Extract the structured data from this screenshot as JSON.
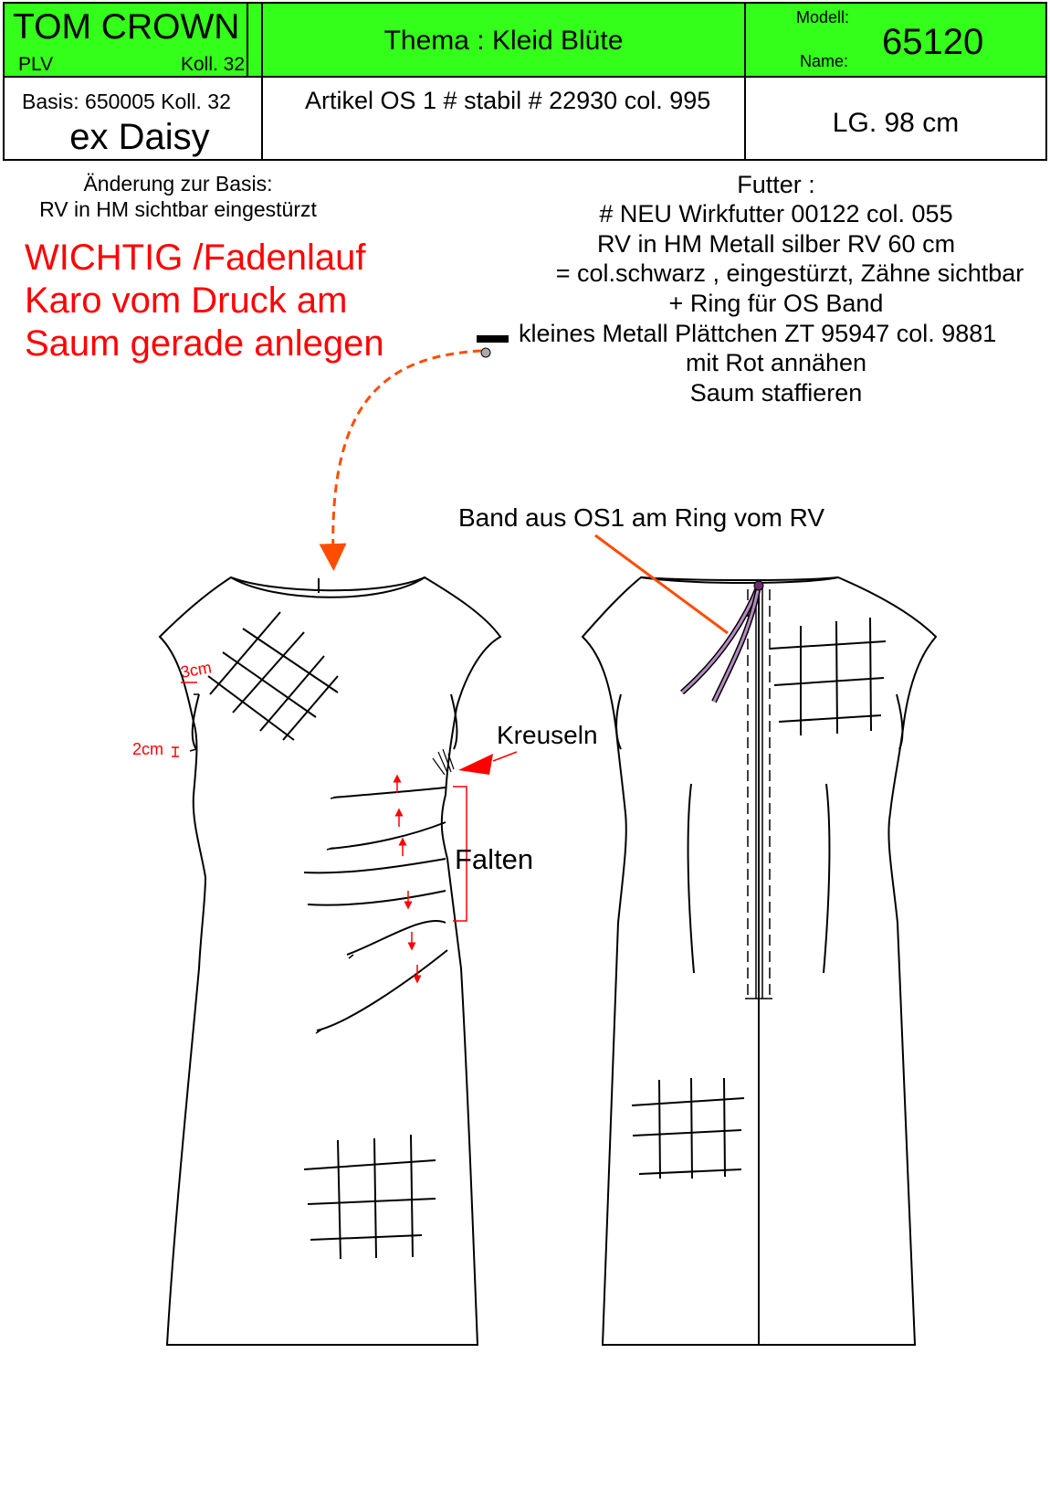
{
  "header": {
    "brand": "TOM CROWN",
    "line": "PLV",
    "collection": "Koll. 32",
    "theme": "Thema : Kleid Blüte",
    "model_label": "Modell:",
    "name_label": "Name:",
    "model_number": "65120",
    "basis": "Basis: 650005 Koll. 32",
    "basis_name": "ex Daisy",
    "article": "Artikel OS 1 # stabil # 22930 col. 995",
    "length": "LG. 98 cm"
  },
  "notes": {
    "change_title": "Änderung zur Basis:",
    "change_text": "RV in HM sichtbar eingestürzt",
    "important": [
      "WICHTIG /Fadenlauf",
      "Karo vom Druck am",
      "Saum gerade anlegen"
    ],
    "lining_lines": [
      "Futter :",
      "# NEU Wirkfutter 00122 col. 055",
      "RV in HM Metall silber RV 60 cm",
      "= col.schwarz , eingestürzt, Zähne sichtbar",
      "+ Ring für OS Band",
      "kleines Metall Plättchen ZT 95947 col. 9881",
      "mit Rot annähen",
      "Saum staffieren"
    ]
  },
  "callouts": {
    "band": "Band aus OS1 am Ring vom RV",
    "gathering": "Kreuseln",
    "pleats": "Falten",
    "armhole_3cm": "3cm",
    "armhole_2cm": "2cm"
  },
  "colors": {
    "header_green": "#33ff1a",
    "annotation_red": "#ff0000",
    "arrow_orange": "#ff4d00",
    "band_purple": "#6b2e6b"
  }
}
